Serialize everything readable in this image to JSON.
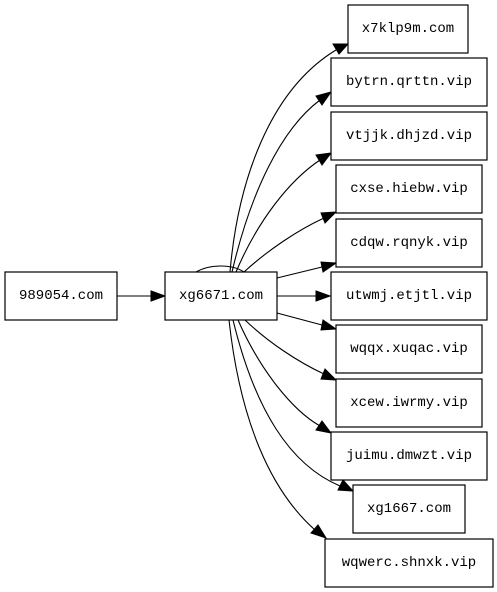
{
  "graph": {
    "root": "989054.com",
    "hub": "xg6671.com",
    "targets": [
      "x7klp9m.com",
      "bytrn.qrttn.vip",
      "vtjjk.dhjzd.vip",
      "cxse.hiebw.vip",
      "cdqw.rqnyk.vip",
      "utwmj.etjtl.vip",
      "wqqx.xuqac.vip",
      "xcew.iwrmy.vip",
      "juimu.dmwzt.vip",
      "xg1667.com",
      "wqwerc.shnxk.vip"
    ],
    "edges": [
      {
        "from": "989054.com",
        "to": "xg6671.com"
      },
      {
        "from": "xg6671.com",
        "to": "xg6671.com"
      },
      {
        "from": "xg6671.com",
        "to": "x7klp9m.com"
      },
      {
        "from": "xg6671.com",
        "to": "bytrn.qrttn.vip"
      },
      {
        "from": "xg6671.com",
        "to": "vtjjk.dhjzd.vip"
      },
      {
        "from": "xg6671.com",
        "to": "cxse.hiebw.vip"
      },
      {
        "from": "xg6671.com",
        "to": "cdqw.rqnyk.vip"
      },
      {
        "from": "xg6671.com",
        "to": "utwmj.etjtl.vip"
      },
      {
        "from": "xg6671.com",
        "to": "wqqx.xuqac.vip"
      },
      {
        "from": "xg6671.com",
        "to": "xcew.iwrmy.vip"
      },
      {
        "from": "xg6671.com",
        "to": "juimu.dmwzt.vip"
      },
      {
        "from": "xg6671.com",
        "to": "xg1667.com"
      },
      {
        "from": "xg6671.com",
        "to": "wqwerc.shnxk.vip"
      }
    ]
  },
  "colors": {
    "stroke": "#000000",
    "fill": "#ffffff",
    "text": "#000000"
  }
}
